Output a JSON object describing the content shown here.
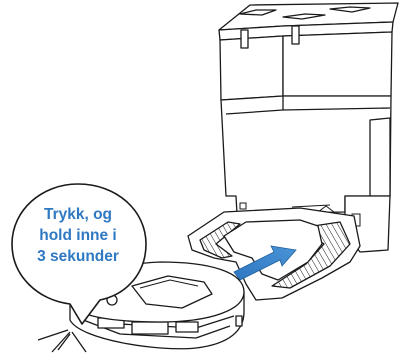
{
  "callout": {
    "lines": [
      "Trykk, og",
      "hold inne i",
      "3 sekunder"
    ]
  },
  "colors": {
    "accent": "#2f78c2",
    "outline": "#1a1a1a"
  },
  "icons": [
    "insert-direction-arrow-icon",
    "speech-bubble"
  ]
}
